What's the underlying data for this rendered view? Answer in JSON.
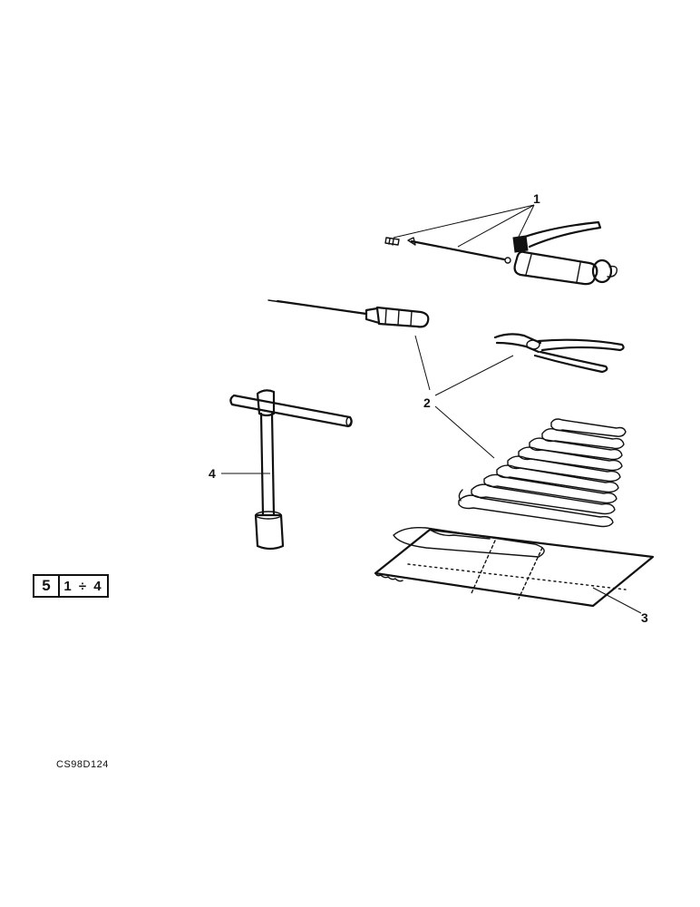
{
  "callouts": {
    "c1": "1",
    "c2": "2",
    "c3": "3",
    "c4": "4"
  },
  "reference_box": {
    "section": "5",
    "range": "1 ÷ 4"
  },
  "drawing_code": "CS98D124",
  "icons": [
    "grease-gun-icon",
    "screwdriver-icon",
    "pliers-icon",
    "wrench-set-icon",
    "tool-roll-icon",
    "t-socket-wrench-icon"
  ]
}
